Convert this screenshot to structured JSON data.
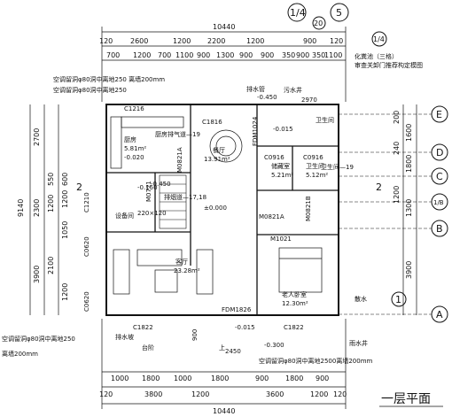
{
  "title": "一层平面",
  "axes_top": [
    "1/4",
    "5"
  ],
  "axis_20": "20",
  "axis_1_4_small": "1/4",
  "axis_right": [
    "E",
    "D",
    "C",
    "1/B",
    "B",
    "A"
  ],
  "axis_left": [
    "2"
  ],
  "axis_mid": [
    "2"
  ],
  "axis_bottom_right": "1",
  "dims_top_total": "10440",
  "dims_top_row1": [
    "120",
    "2600",
    "1200",
    "2200",
    "1200",
    "900",
    "120"
  ],
  "dims_top_row2": [
    "700",
    "1200",
    "700",
    "1100",
    "900",
    "1300",
    "900",
    "900",
    "350",
    "900",
    "350",
    "1100"
  ],
  "dims_bottom_total": "10440",
  "dims_bottom_row1": [
    "120",
    "3800",
    "1200",
    "3600",
    "1200",
    "120"
  ],
  "dims_bottom_row2": [
    "1000",
    "1800",
    "1000",
    "1800",
    "900",
    "1800",
    "900"
  ],
  "dims_left_total": "9140",
  "dims_left": [
    "2700",
    "2300",
    "3900",
    "550",
    "1200",
    "2100",
    "1200",
    "1050",
    "1200",
    "600"
  ],
  "dims_right": [
    "1600",
    "1800",
    "1300",
    "3900",
    "200",
    "240",
    "1200"
  ],
  "rooms": {
    "kitchen": "厨房",
    "kitchen_area": "5.81m²",
    "dining": "餐厅",
    "dining_area": "13.91m²",
    "living": "客厅",
    "living_area": "23.28m²",
    "storage": "储藏室",
    "storage_area": "5.21m²",
    "bath": "卫生间",
    "bath_area": "5.12m²",
    "elder": "老人卧室",
    "elder_area": "12.30m²",
    "bath2": "卫生间",
    "equip": "设备间",
    "scatter": "散水",
    "terrace": "台阶"
  },
  "labels": {
    "c1216": "C1216",
    "c1816": "C1816",
    "c0916a": "C0916",
    "c0916b": "C0916",
    "c1210": "C1210",
    "c0620a": "C0620",
    "c0620b": "C0620",
    "c1822a": "C1822",
    "c1822b": "C1822",
    "m0821a": "M0821A",
    "m0821a2": "M0821A",
    "m0821b": "M0821B",
    "fdm1826": "FDM1826",
    "fdm1024": "FDM1024",
    "m1021": "M1021",
    "m0721": "M0721",
    "kitchen_exhaust": "厨房排气道—19",
    "wc_vent": "卫生间—19",
    "exhaust17": "排烟道—17,18",
    "pm000": "±0.000",
    "m0020": "-0.020",
    "m0015a": "-0.015",
    "m0015b": "-0.015",
    "m0300": "-0.300",
    "m0450a": "-0.450",
    "m0450b": "-0.450",
    "m0150": "-0.150",
    "ac_top": "空调留洞φ80洞中离地250 离墙200mm",
    "ac_mid": "空调留洞φ80洞中离地250",
    "ac_bot_left": "空调留洞φ80洞中离地250",
    "ac_bot_left2": "离墙200mm",
    "ac_bot_right": "空调留洞φ80洞中离地2500离墙200mm",
    "note_top_right": "化粪池（三格）",
    "note_top_right2": "审查关卸门推荐构定模图",
    "drain": "污水井",
    "rain": "雨水井",
    "step": "排水坡",
    "pipe": "排水管",
    "stairs": "上",
    "d2450": "2450",
    "d2970": "2970",
    "d900": "900",
    "d220x120": "220×120"
  }
}
